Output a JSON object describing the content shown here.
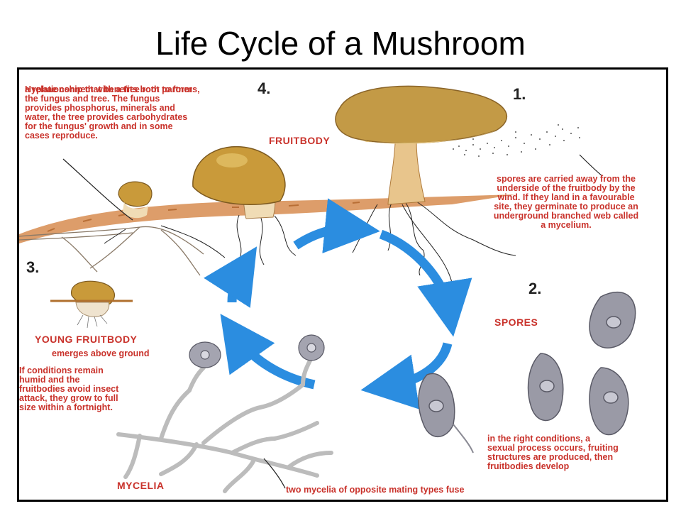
{
  "title": "Life Cycle of a Mushroom",
  "steps": {
    "s1": "1.",
    "s2": "2.",
    "s3": "3.",
    "s4": "4."
  },
  "headings": {
    "fruitbody": "FRUITBODY",
    "spores": "SPORES",
    "young_fruitbody": "YOUNG FRUITBODY",
    "mycelia": "MYCELIA"
  },
  "texts": {
    "hyphae_l1": "Hyphae connect with a tree root to form",
    "hyphae_l2": "a relationship that benefits both partners,",
    "hyphae_l3": "the fungus and tree. The fungus",
    "hyphae_l4": "provides phosphorus, minerals and",
    "hyphae_l5": "water, the tree provides carbohydrates",
    "hyphae_l6": "for the fungus' growth and in some",
    "hyphae_l7": "cases reproduce.",
    "spores_l1": "spores are carried away from the",
    "spores_l2": "underside of the fruitbody by the",
    "spores_l3": "wind. If they land in a favourable",
    "spores_l4": "site, they germinate to produce an",
    "spores_l5": "underground branched web called",
    "spores_l6": "a mycelium.",
    "emerges": "emerges above ground",
    "humid_l1": "If conditions remain",
    "humid_l2": "humid and the",
    "humid_l3": "fruitbodies avoid insect",
    "humid_l4": "attack, they grow to full",
    "humid_l5": "size within a fortnight.",
    "sexual_l1": "in the right conditions, a",
    "sexual_l2": "sexual process occurs, fruiting",
    "sexual_l3": "structures are produced, then",
    "sexual_l4": "fruitbodies develop",
    "fuse": "two mycelia of opposite mating types fuse"
  },
  "colors": {
    "label_red": "#c9322b",
    "arrow_blue": "#2b8de0",
    "cap_brown": "#c39a46",
    "stem_tan": "#e8c58c",
    "soil": "#d9925a",
    "spore_grey": "#9a9aa6"
  }
}
